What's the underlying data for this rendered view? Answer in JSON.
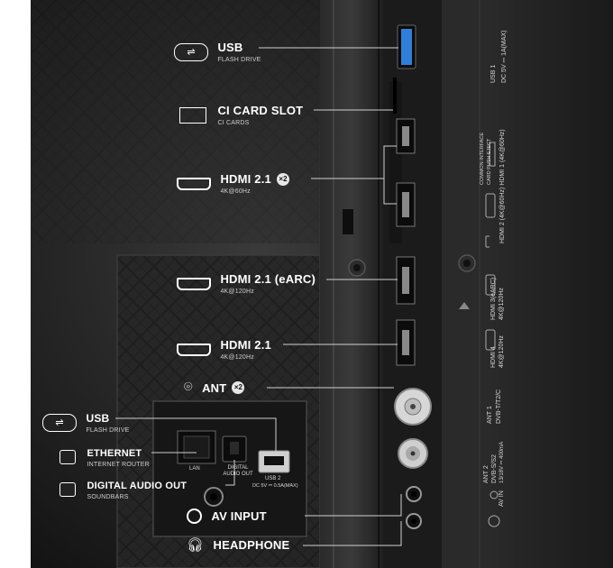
{
  "labels": {
    "usb_top": {
      "title": "USB",
      "sub": "FLASH DRIVE"
    },
    "ci_slot": {
      "title": "CI CARD SLOT",
      "sub": "CI CARDS"
    },
    "hdmi_pair": {
      "title": "HDMI 2.1",
      "sub": "4K@60Hz",
      "badge": "×2"
    },
    "hdmi_earc": {
      "title": "HDMI 2.1 (eARC)",
      "sub": "4K@120Hz"
    },
    "hdmi_4": {
      "title": "HDMI 2.1",
      "sub": "4K@120Hz"
    },
    "ant": {
      "title": "ANT",
      "badge": "×2"
    },
    "usb_bottom": {
      "title": "USB",
      "sub": "FLASH DRIVE"
    },
    "ethernet": {
      "title": "ETHERNET",
      "sub": "INTERNET ROUTER"
    },
    "digital_audio": {
      "title": "DIGITAL AUDIO OUT",
      "sub": "SOUNDBARS"
    },
    "av_input": {
      "title": "AV INPUT"
    },
    "headphone": {
      "title": "HEADPHONE"
    }
  },
  "panel_text": {
    "usb1_a": "USB 1",
    "usb1_b": "DC 5V ⎓ 1A(MAX)",
    "ci_a": "COMMON INTERFACE",
    "ci_b": "CARD PUSH EJECT",
    "hdmi12_a": "HDMI 2 (4K@60Hz)  HDMI 1 (4K@60Hz)",
    "hdmi3_a": "HDMI 3(eARC)",
    "hdmi3_b": "4K@120Hz",
    "hdmi4_a": "HDMI 4",
    "hdmi4_b": "4K@120Hz",
    "ant1_a": "ANT 1",
    "ant1_b": "DVB-T/T2/C",
    "ant2_a": "ANT 2",
    "ant2_b": "DVB-S/S2",
    "ant2_c": "13/18V ⎓ 400mA",
    "av_in": "AV IN",
    "lan": "LAN",
    "digital_out": "DIGITAL AUDIO OUT",
    "usb2": "USB 2",
    "usb2_spec": "DC 5V ⎓ 0.5A(MAX)"
  },
  "colors": {
    "accent_usb": "#2f7fd8",
    "label": "#ffffff",
    "line": "#d0d0d0"
  }
}
